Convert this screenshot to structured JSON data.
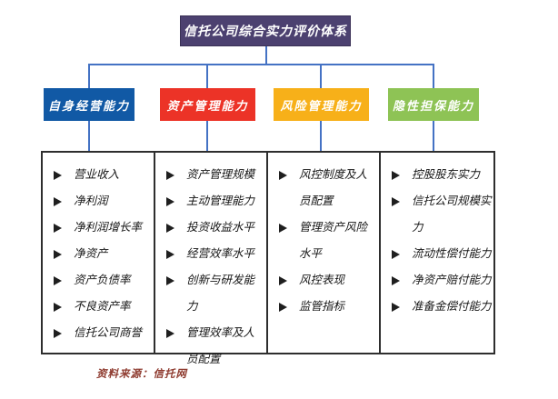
{
  "root": {
    "label": "信托公司综合实力评价体系",
    "background": "#4c4170"
  },
  "connector_color": "#4472c4",
  "bullet_icon": "arrow-right-bullet",
  "branches": [
    {
      "label": "自身经营能力",
      "color": "#1159a5",
      "items": [
        "营业收入",
        "净利润",
        "净利润增长率",
        "净资产",
        "资产负债率",
        "不良资产率",
        "信托公司商誉"
      ]
    },
    {
      "label": "资产管理能力",
      "color": "#ec3327",
      "items": [
        "资产管理规模",
        "主动管理能力",
        "投资收益水平",
        "经营效率水平",
        "创新与研发能力",
        "管理效率及人员配置"
      ]
    },
    {
      "label": "风险管理能力",
      "color": "#f7b019",
      "items": [
        "风控制度及人员配置",
        "管理资产风险水平",
        "风控表现",
        "监管指标"
      ]
    },
    {
      "label": "隐性担保能力",
      "color": "#8ec355",
      "items": [
        "控股股东实力",
        "信托公司规模实力",
        "流动性偿付能力",
        "净资产赔付能力",
        "准备金偿付能力"
      ]
    }
  ],
  "source": "资料来源：信托网"
}
